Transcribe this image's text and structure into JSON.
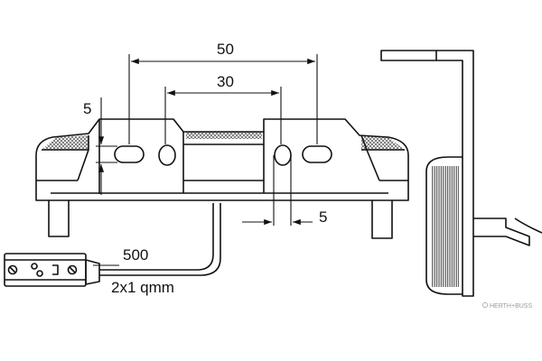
{
  "dimensions": {
    "slot_spacing": "50",
    "hole_spacing": "30",
    "slot_height": "5",
    "hole_offset": "5",
    "cable_length": "500",
    "cable_spec": "2x1 qmm"
  },
  "watermark": "HERTH+BUSS",
  "colors": {
    "line": "#111111",
    "hatch": "#555555",
    "watermark": "#9a9a9a"
  }
}
